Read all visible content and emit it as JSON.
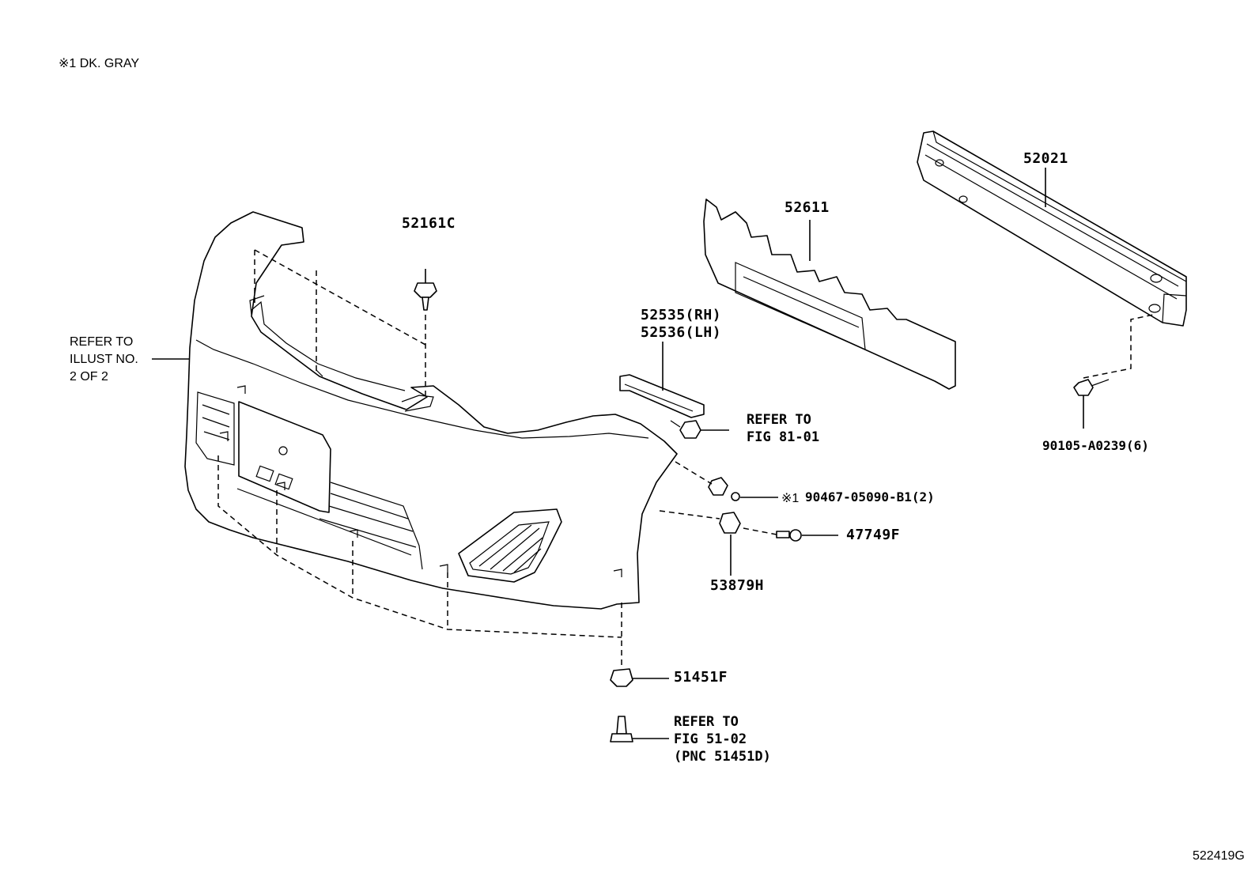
{
  "note": "※1 DK. GRAY",
  "diagram_id": "522419G",
  "refer_main": [
    "REFER TO",
    "ILLUST NO.",
    "2 OF 2"
  ],
  "refer_fig81": [
    "REFER TO",
    "FIG 81-01"
  ],
  "refer_fig51": [
    "REFER TO",
    "FIG 51-02",
    "(PNC 51451D)"
  ],
  "parts": {
    "p52161C": "52161C",
    "p52611": "52611",
    "p52021": "52021",
    "p52535": "52535(RH)",
    "p52536": "52536(LH)",
    "p90105": "90105-A0239(6)",
    "p90467": "90467-05090-B1(2)",
    "p90467_mark": "※1",
    "p47749F": "47749F",
    "p53879H": "53879H",
    "p51451F": "51451F"
  }
}
